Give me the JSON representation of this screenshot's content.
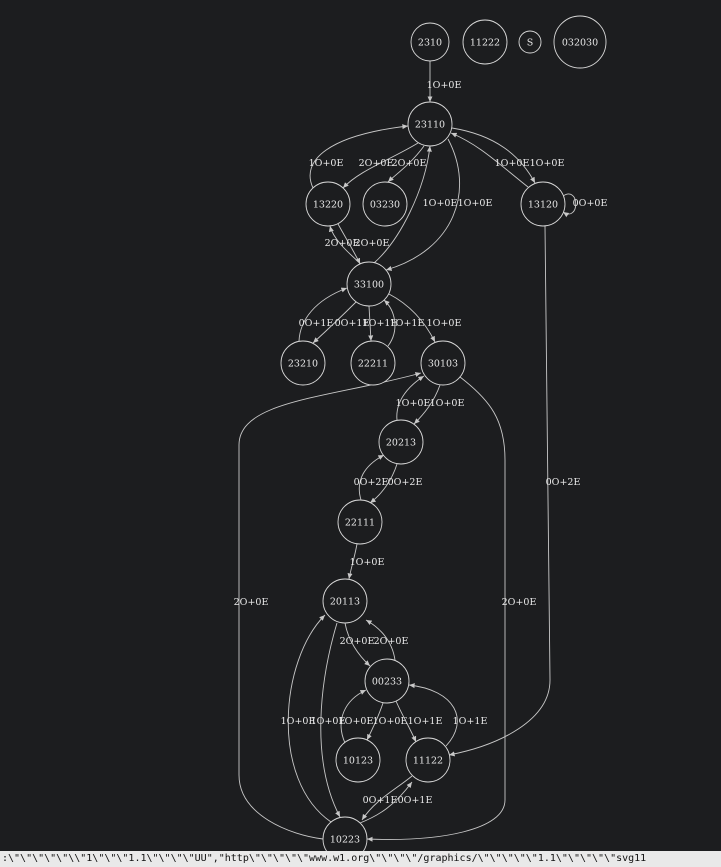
{
  "colors": {
    "background": "#1c1d1f",
    "node_stroke": "#d8d8d8",
    "edge": "#c8c8c8",
    "highlight_green": "#3ecf12",
    "highlight_gold": "#b8960b",
    "text": "#e8e8e8"
  },
  "nodes": [
    {
      "id": "2310",
      "label": "2310"
    },
    {
      "id": "11222",
      "label": "11222"
    },
    {
      "id": "S",
      "label": "S"
    },
    {
      "id": "032030",
      "label": "032030"
    },
    {
      "id": "23110",
      "label": "23110"
    },
    {
      "id": "13220",
      "label": "13220"
    },
    {
      "id": "03230",
      "label": "03230"
    },
    {
      "id": "13120",
      "label": "13120"
    },
    {
      "id": "33100",
      "label": "33100",
      "highlight": "green"
    },
    {
      "id": "23210",
      "label": "23210"
    },
    {
      "id": "22211",
      "label": "22211"
    },
    {
      "id": "30103",
      "label": "30103"
    },
    {
      "id": "20213",
      "label": "20213"
    },
    {
      "id": "22111",
      "label": "22111"
    },
    {
      "id": "20113",
      "label": "20113"
    },
    {
      "id": "00233",
      "label": "00233",
      "highlight": "gold"
    },
    {
      "id": "10123",
      "label": "10123"
    },
    {
      "id": "11122",
      "label": "11122"
    },
    {
      "id": "10223",
      "label": "10223"
    }
  ],
  "edges": [
    {
      "id": "e1",
      "from": "2310",
      "to": "23110",
      "label": "1O+0E"
    },
    {
      "id": "e2",
      "from": "13220",
      "to": "23110",
      "label": "1O+0E"
    },
    {
      "id": "e3",
      "from": "23110",
      "to": "13220",
      "label": "2O+0E"
    },
    {
      "id": "e4",
      "from": "23110",
      "to": "03230",
      "label": "2O+0E"
    },
    {
      "id": "e5",
      "from": "33100",
      "to": "23110",
      "label": "1O+0E"
    },
    {
      "id": "e6",
      "from": "23110",
      "to": "33100",
      "label": "1O+0E"
    },
    {
      "id": "e7",
      "from": "23110",
      "to": "13120",
      "label": "1O+0E"
    },
    {
      "id": "e8",
      "from": "13120",
      "to": "23110",
      "label": "1O+0E"
    },
    {
      "id": "e9",
      "from": "13120",
      "to": "13120",
      "label": "0O+0E"
    },
    {
      "id": "e10",
      "from": "33100",
      "to": "13220",
      "label": "2O+0E"
    },
    {
      "id": "e11",
      "from": "13220",
      "to": "33100",
      "label": "2O+0E"
    },
    {
      "id": "e12",
      "from": "23210",
      "to": "33100",
      "label": "0O+1E"
    },
    {
      "id": "e13",
      "from": "33100",
      "to": "23210",
      "label": "0O+1E"
    },
    {
      "id": "e14",
      "from": "33100",
      "to": "22211",
      "label": "1O+1E"
    },
    {
      "id": "e15",
      "from": "22211",
      "to": "33100",
      "label": "1O+1E"
    },
    {
      "id": "e16",
      "from": "33100",
      "to": "30103",
      "label": "1O+0E"
    },
    {
      "id": "e17",
      "from": "20213",
      "to": "30103",
      "label": "1O+0E"
    },
    {
      "id": "e18",
      "from": "30103",
      "to": "20213",
      "label": "1O+0E"
    },
    {
      "id": "e19",
      "from": "22111",
      "to": "20213",
      "label": "0O+2E"
    },
    {
      "id": "e20",
      "from": "20213",
      "to": "22111",
      "label": "0O+2E"
    },
    {
      "id": "e21",
      "from": "22111",
      "to": "20113",
      "label": "1O+0E"
    },
    {
      "id": "e22",
      "from": "13120",
      "to": "11122",
      "label": "0O+2E"
    },
    {
      "id": "e23",
      "from": "10223",
      "to": "30103",
      "label": "2O+0E"
    },
    {
      "id": "e24",
      "from": "30103",
      "to": "10223",
      "label": "2O+0E"
    },
    {
      "id": "e25",
      "from": "20113",
      "to": "00233",
      "label": "2O+0E"
    },
    {
      "id": "e26",
      "from": "00233",
      "to": "20113",
      "label": "2O+0E"
    },
    {
      "id": "e27",
      "from": "10123",
      "to": "00233",
      "label": "1O+0E"
    },
    {
      "id": "e28",
      "from": "00233",
      "to": "10123",
      "label": "1O+0E"
    },
    {
      "id": "e29",
      "from": "00233",
      "to": "11122",
      "label": "1O+1E"
    },
    {
      "id": "e30",
      "from": "11122",
      "to": "00233",
      "label": "1O+1E"
    },
    {
      "id": "e31",
      "from": "10223",
      "to": "20113",
      "label": "1O+0E"
    },
    {
      "id": "e32",
      "from": "20113",
      "to": "10223",
      "label": "1O+0E"
    },
    {
      "id": "e33",
      "from": "11122",
      "to": "10223",
      "label": "0O+1E"
    },
    {
      "id": "e34",
      "from": "10223",
      "to": "11122",
      "label": "0O+1E"
    }
  ],
  "footer_text": ":\\\"\\\"\\\"\\\"\\\"\\\\\"1\\\"\\\"\\\"1.1\\\"\\\"\\\"\\\"UU\",\"http\\\"\\\"\\\"\\\"\\\"www.w1.org\\\"\\\"\\\"\\\"/graphics/\\\"\\\"\\\"\\\"\\\"1.1\\\"\\\"\\\"\\\"\\\"svg11"
}
